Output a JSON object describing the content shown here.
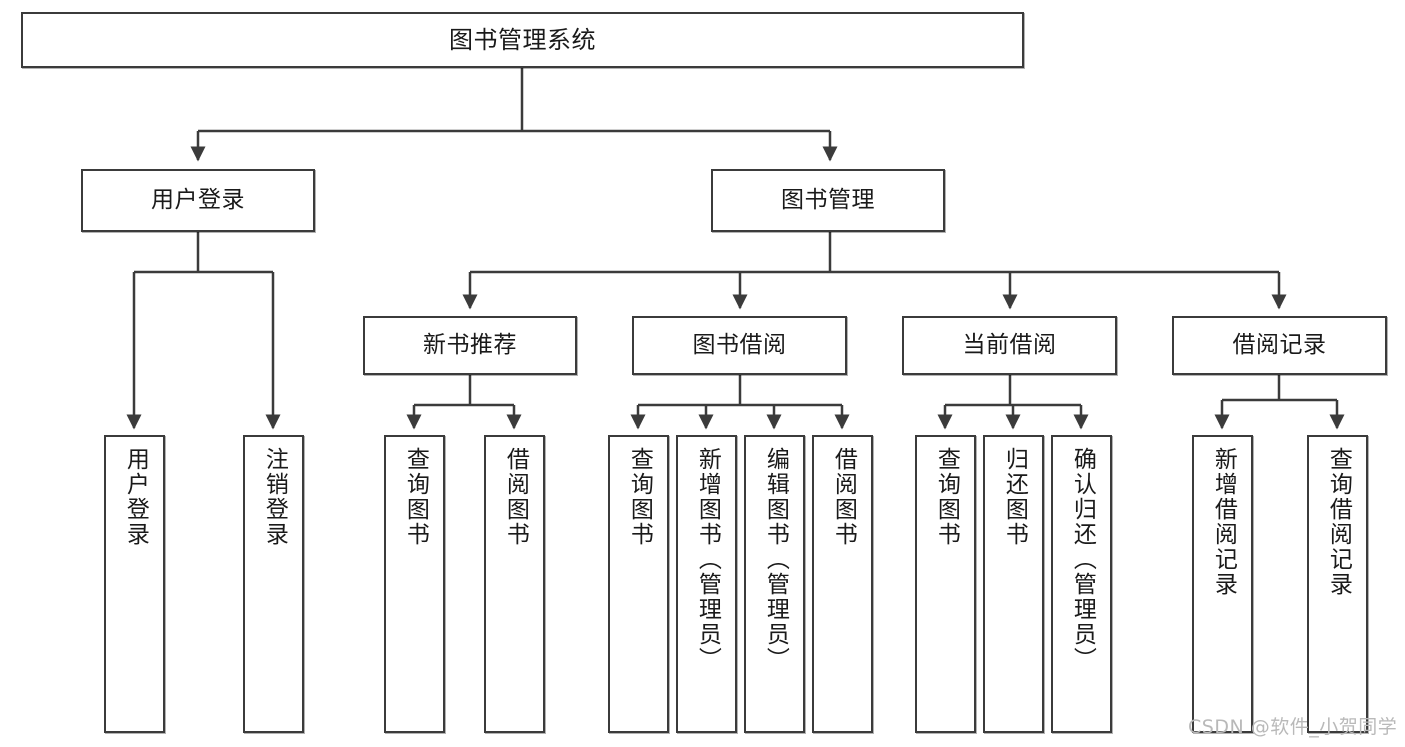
{
  "diagram": {
    "title": "图书管理系统",
    "type": "function-tree",
    "root": {
      "id": "root",
      "label": "图书管理系统"
    },
    "level1": [
      {
        "id": "user-login",
        "label": "用户登录"
      },
      {
        "id": "book-manage",
        "label": "图书管理"
      }
    ],
    "level2": [
      {
        "id": "new-book-recommend",
        "label": "新书推荐",
        "parent": "book-manage"
      },
      {
        "id": "book-borrow",
        "label": "图书借阅",
        "parent": "book-manage"
      },
      {
        "id": "current-borrow",
        "label": "当前借阅",
        "parent": "book-manage"
      },
      {
        "id": "borrow-record",
        "label": "借阅记录",
        "parent": "book-manage"
      }
    ],
    "leaves": [
      {
        "id": "leaf-user-login",
        "label": "用户登录",
        "parent": "user-login"
      },
      {
        "id": "leaf-logout",
        "label": "注销登录",
        "parent": "user-login"
      },
      {
        "id": "leaf-query-book-1",
        "label": "查询图书",
        "parent": "new-book-recommend"
      },
      {
        "id": "leaf-borrow-book-1",
        "label": "借阅图书",
        "parent": "new-book-recommend"
      },
      {
        "id": "leaf-query-book-2",
        "label": "查询图书",
        "parent": "book-borrow"
      },
      {
        "id": "leaf-add-book",
        "label": "新增图书（管理员）",
        "parent": "book-borrow"
      },
      {
        "id": "leaf-edit-book",
        "label": "编辑图书（管理员）",
        "parent": "book-borrow"
      },
      {
        "id": "leaf-borrow-book-2",
        "label": "借阅图书",
        "parent": "book-borrow"
      },
      {
        "id": "leaf-query-book-3",
        "label": "查询图书",
        "parent": "current-borrow"
      },
      {
        "id": "leaf-return-book",
        "label": "归还图书",
        "parent": "current-borrow"
      },
      {
        "id": "leaf-confirm-return",
        "label": "确认归还（管理员）",
        "parent": "current-borrow"
      },
      {
        "id": "leaf-add-record",
        "label": "新增借阅记录",
        "parent": "borrow-record"
      },
      {
        "id": "leaf-query-record",
        "label": "查询借阅记录",
        "parent": "borrow-record"
      }
    ],
    "colors": {
      "stroke": "#3b3b3b",
      "fill": "#ffffff",
      "text": "#1a1a1a",
      "watermark": "#b9b9b9"
    }
  },
  "watermark": {
    "text": "CSDN @软件_小贺同学"
  }
}
